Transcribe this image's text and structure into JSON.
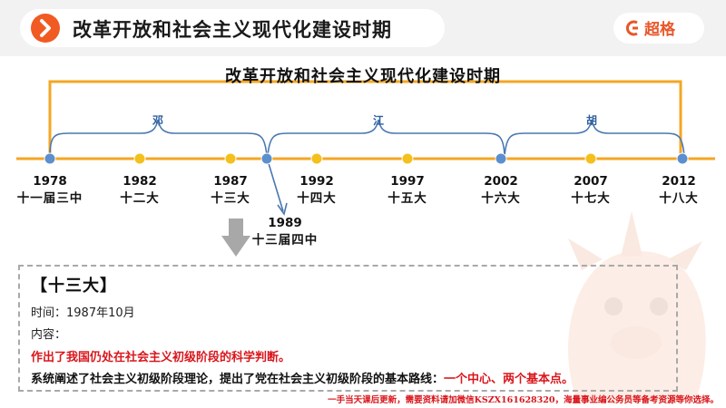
{
  "header": {
    "title": "改革开放和社会主义现代化建设时期",
    "logo_text": "超格"
  },
  "timeline": {
    "title": "改革开放和社会主义现代化建设时期",
    "leaders": [
      "邓",
      "江",
      "胡"
    ],
    "points": [
      {
        "year": "1978",
        "event": "十一届三中",
        "kind": "major"
      },
      {
        "year": "1982",
        "event": "十二大",
        "kind": "minor"
      },
      {
        "year": "1987",
        "event": "十三大",
        "kind": "minor"
      },
      {
        "year": "1989",
        "event": "十三届四中",
        "kind": "major"
      },
      {
        "year": "1992",
        "event": "十四大",
        "kind": "minor"
      },
      {
        "year": "1997",
        "event": "十五大",
        "kind": "minor"
      },
      {
        "year": "2002",
        "event": "十六大",
        "kind": "major"
      },
      {
        "year": "2007",
        "event": "十七大",
        "kind": "minor"
      },
      {
        "year": "2012",
        "event": "十八大",
        "kind": "major"
      }
    ]
  },
  "detail": {
    "heading": "【十三大】",
    "time": "时间：1987年10月",
    "content_label": "内容：",
    "point1": "作出了我国仍处在社会主义初级阶段的科学判断。",
    "point2_prefix": "系统阐述了社会主义初级阶段理论，提出了党在社会主义初级阶段的基本路线：",
    "point2_highlight": "一个中心、两个基本点。"
  },
  "footer": {
    "note": "一手当天课后更新，需要资料请加微信KSZX161628320，海量事业编公务员等备考资源等你选择。"
  },
  "colors": {
    "orange": "#f5a623",
    "accent": "#f15a22",
    "blue_node": "#5b8fce",
    "yellow_node": "#f3c01c",
    "bracket": "#4a78b0",
    "red_text": "#d9161c"
  }
}
